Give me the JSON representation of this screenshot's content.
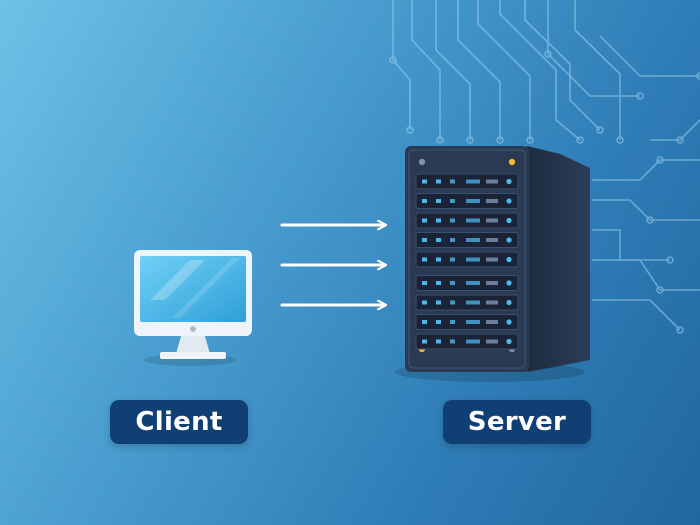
{
  "nodes": {
    "client": {
      "label": "Client"
    },
    "server": {
      "label": "Server"
    }
  },
  "connection": {
    "direction": "client-to-server",
    "arrow_count": 3
  },
  "server_rack": {
    "unit_count": 9
  },
  "colors": {
    "background_light": "#6cc2e6",
    "background_dark": "#21679f",
    "label_fill": "#0f3f73",
    "label_text": "#ffffff",
    "screen_fill": "#4bb8e8",
    "monitor_frame": "#eef4f9",
    "server_front": "#2a3a52",
    "server_unit": "#1a2436",
    "server_light": "#4fb6ea",
    "server_status": "#f2b63a",
    "circuit": "#9cd2ef",
    "arrow": "#ffffff"
  }
}
